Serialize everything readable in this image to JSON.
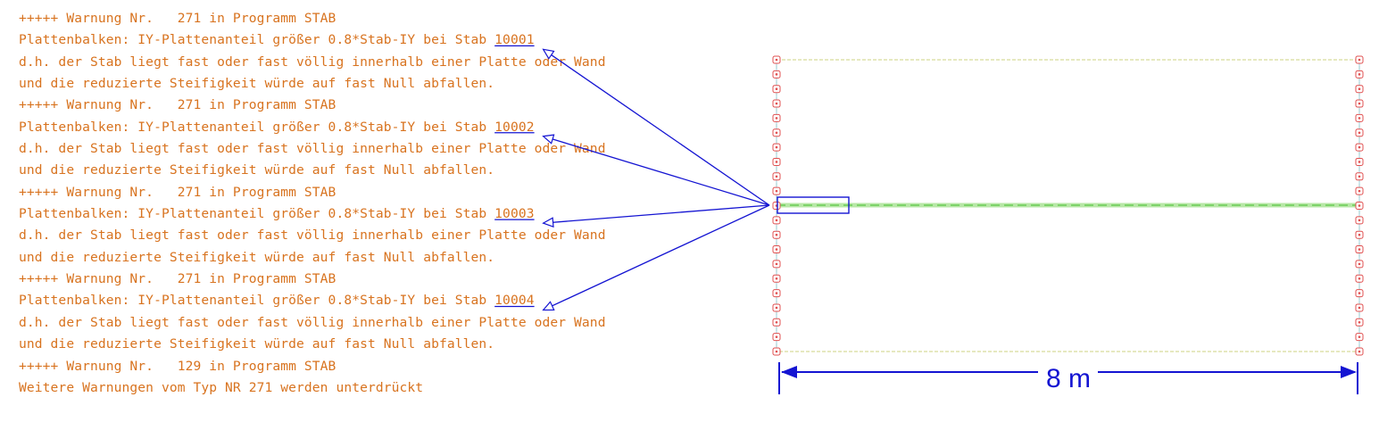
{
  "log": {
    "lines": [
      {
        "prefix": "+++++ Warnung Nr.   271 in Programm STAB",
        "stab": ""
      },
      {
        "prefix": "Plattenbalken: IY-Plattenanteil größer 0.8*Stab-IY bei Stab ",
        "stab": "10001"
      },
      {
        "prefix": "d.h. der Stab liegt fast oder fast völlig innerhalb einer Platte oder Wand",
        "stab": ""
      },
      {
        "prefix": "und die reduzierte Steifigkeit würde auf fast Null abfallen.",
        "stab": ""
      },
      {
        "prefix": "+++++ Warnung Nr.   271 in Programm STAB",
        "stab": ""
      },
      {
        "prefix": "Plattenbalken: IY-Plattenanteil größer 0.8*Stab-IY bei Stab ",
        "stab": "10002"
      },
      {
        "prefix": "d.h. der Stab liegt fast oder fast völlig innerhalb einer Platte oder Wand",
        "stab": ""
      },
      {
        "prefix": "und die reduzierte Steifigkeit würde auf fast Null abfallen.",
        "stab": ""
      },
      {
        "prefix": "+++++ Warnung Nr.   271 in Programm STAB",
        "stab": ""
      },
      {
        "prefix": "Plattenbalken: IY-Plattenanteil größer 0.8*Stab-IY bei Stab ",
        "stab": "10003"
      },
      {
        "prefix": "d.h. der Stab liegt fast oder fast völlig innerhalb einer Platte oder Wand",
        "stab": ""
      },
      {
        "prefix": "und die reduzierte Steifigkeit würde auf fast Null abfallen.",
        "stab": ""
      },
      {
        "prefix": "+++++ Warnung Nr.   271 in Programm STAB",
        "stab": ""
      },
      {
        "prefix": "Plattenbalken: IY-Plattenanteil größer 0.8*Stab-IY bei Stab ",
        "stab": "10004"
      },
      {
        "prefix": "d.h. der Stab liegt fast oder fast völlig innerhalb einer Platte oder Wand",
        "stab": ""
      },
      {
        "prefix": "und die reduzierte Steifigkeit würde auf fast Null abfallen.",
        "stab": ""
      },
      {
        "prefix": "+++++ Warnung Nr.   129 in Programm STAB",
        "stab": ""
      },
      {
        "prefix": "Weitere Warnungen vom Typ NR 271 werden unterdrückt",
        "stab": ""
      }
    ]
  },
  "diagram": {
    "span_label": "8 m"
  },
  "colors": {
    "log_text": "#d8731f",
    "annotation_blue": "#1414d2",
    "node_red": "#e05050",
    "beam_green": "#7ed36a",
    "boundary_yellow": "#d7dc9a",
    "support_line": "#9fd0e0"
  }
}
